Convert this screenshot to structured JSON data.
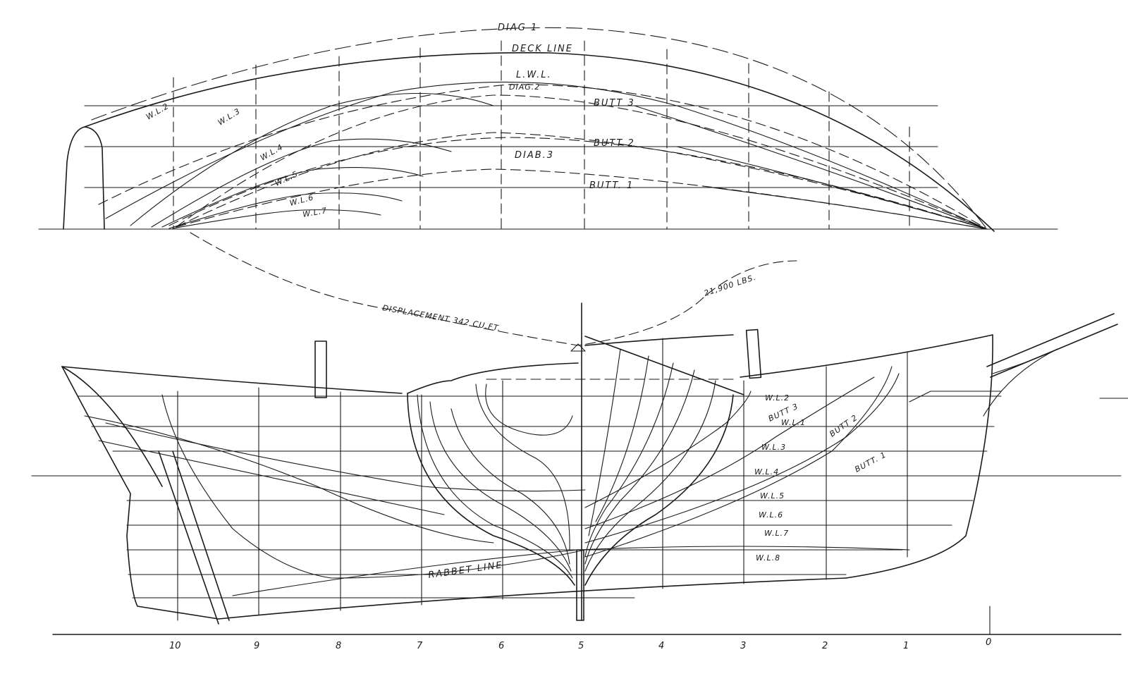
{
  "plan_labels": {
    "diag1": "DIAG 1",
    "deck_line": "DECK LINE",
    "lwl": "L.W.L.",
    "diag2": "DIAG.2",
    "butt3": "BUTT 3",
    "butt2": "BUTT 2",
    "diag3": "DIAB.3",
    "butt1": "BUTT. 1",
    "wl_a": "W.L.2",
    "wl3": "W.L.3",
    "wl4": "W.L.4",
    "wl5": "W.L.5",
    "wl6": "W.L.6",
    "wl7": "W.L.7"
  },
  "displacement": {
    "curve_label": "DISPLACEMENT 342 CU.FT.",
    "weight_label": "21,900 LBS."
  },
  "profile_labels": {
    "wl2": "W.L.2",
    "wl_top": "W.L.1",
    "butt3": "BUTT 3",
    "butt2": "BUTT 2",
    "wl3": "W.L.3",
    "wl4": "W.L.4",
    "butt1": "BUTT. 1",
    "wl5": "W.L.5",
    "wl6": "W.L.6",
    "wl7": "W.L.7",
    "wl8": "W.L.8",
    "rabbet": "RABBET LINE"
  },
  "stations": [
    "10",
    "9",
    "8",
    "7",
    "6",
    "5",
    "4",
    "3",
    "2",
    "1",
    "0"
  ],
  "ink_color": "#1a1a1a",
  "paper_color": "#ffffff"
}
